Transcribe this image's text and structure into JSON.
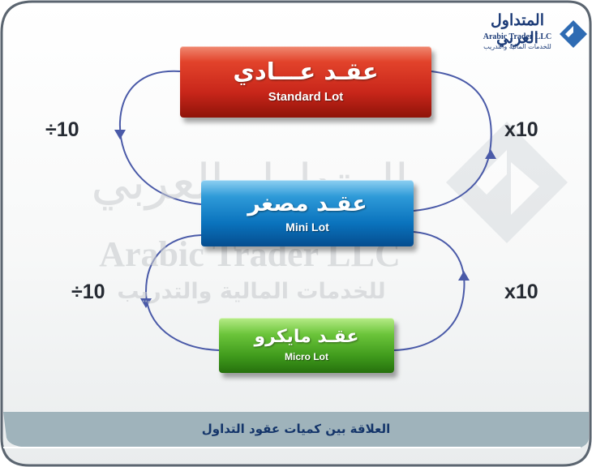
{
  "logo": {
    "arabic": "المتداول العربي",
    "english": "Arabic Trader LLC",
    "subtitle": "للخدمات المالية والتدريب"
  },
  "watermark": {
    "arabic": "المتداول العربي",
    "english": "Arabic Trader LLC",
    "subtitle": "للخدمات المالية والتدريب"
  },
  "lots": {
    "standard": {
      "arabic": "عقـد عـــادي",
      "english": "Standard Lot",
      "color": "#c8261a"
    },
    "mini": {
      "arabic": "عقـد مصغر",
      "english": "Mini Lot",
      "color": "#0a73bd"
    },
    "micro": {
      "arabic": "عقـد مايكرو",
      "english": "Micro Lot",
      "color": "#3f9a1c"
    }
  },
  "factors": {
    "divide_top": "÷10",
    "multiply_top": "x10",
    "divide_bottom": "÷10",
    "multiply_bottom": "x10"
  },
  "footer": {
    "caption": "العلاقة بين كميات عقود التداول",
    "color": "#9fb3bb"
  },
  "colors": {
    "arrow": "#4a5aa8",
    "card_border": "#5b6570"
  }
}
